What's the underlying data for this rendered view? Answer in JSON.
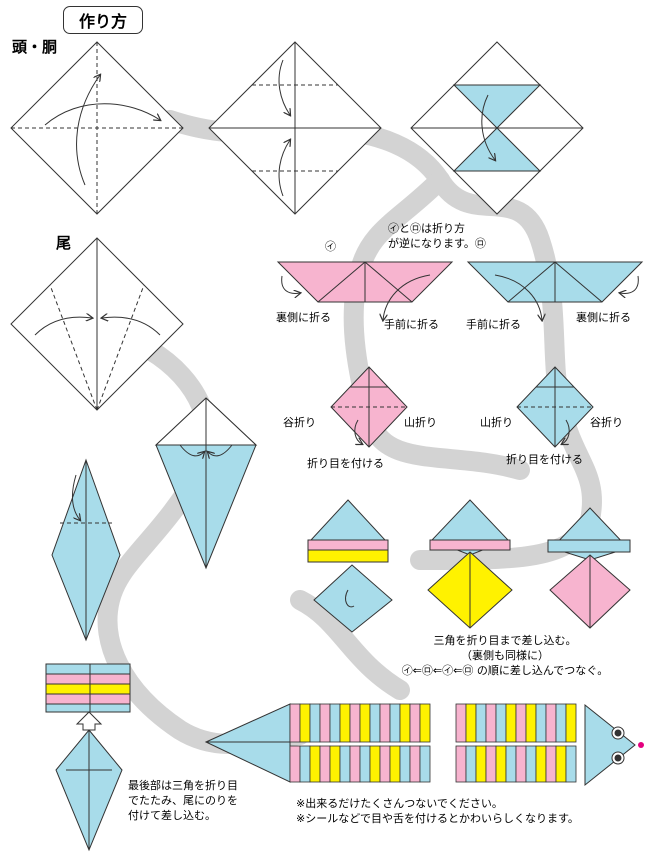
{
  "title": "作り方",
  "section_head_body": "頭・胴",
  "section_tail": "尾",
  "labels": {
    "marker_i": "㋑",
    "marker_ro": "㋺",
    "fold_note_1": "㋑と㋺は折り方",
    "fold_note_2": "が逆になります。㋺",
    "back_fold_left": "裏側に折る",
    "front_fold_left": "手前に折る",
    "front_fold_right": "手前に折る",
    "back_fold_right": "裏側に折る",
    "valley_left": "谷折り",
    "mountain_left": "山折り",
    "crease_left": "折り目を付ける",
    "mountain_right": "山折り",
    "valley_right": "谷折り",
    "crease_right": "折り目を付ける"
  },
  "insert_note": {
    "line1": "三角を折り目まで差し込む。",
    "line2": "（裏側も同様に）",
    "line3": "㋑⇐㋺⇐㋑⇐㋺ の順に差し込んでつなぐ。"
  },
  "tail_note": {
    "line1": "最後部は三角を折り目",
    "line2": "でたたみ、尾にのりを",
    "line3": "付けて差し込む。"
  },
  "bottom_note": {
    "line1": "※出来るだけたくさんつないでください。",
    "line2": "※シールなどで目や舌を付けるとかわいらしくなります。"
  },
  "colors": {
    "blue": "#a8dcea",
    "pink": "#f7b4cf",
    "yellow": "#fff200",
    "path_gray": "#d3d3d3",
    "line": "#333333"
  }
}
